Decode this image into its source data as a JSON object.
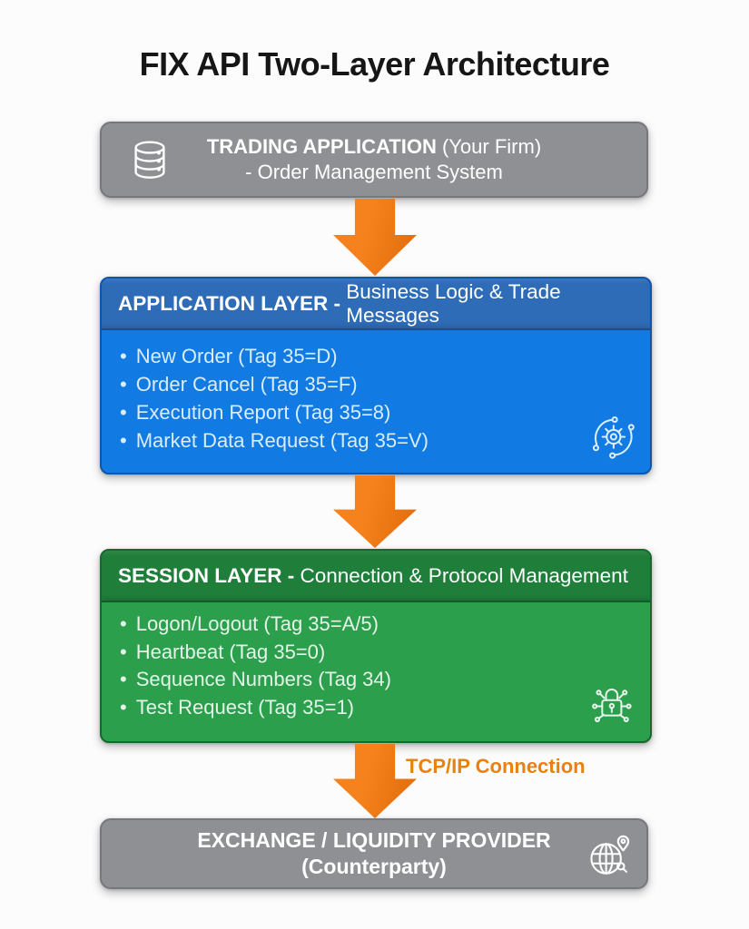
{
  "title": "FIX API Two-Layer Architecture",
  "colors": {
    "background": "#fcfcfc",
    "gray_body": "#8e9094",
    "blue_body": "#117ae3",
    "blue_header": "#2e6cb8",
    "green_body": "#2b9f4c",
    "green_header": "#1f7e3a",
    "arrow_orange": "#f5821c",
    "arrow_orange_dark": "#e06a0a",
    "label_orange": "#e8820c"
  },
  "trading_application": {
    "icon": "database-icon",
    "title_bold": "TRADING APPLICATION",
    "title_rest": " (Your Firm)",
    "subtitle": "- Order Management System"
  },
  "application_layer": {
    "icon": "gear-automation-icon",
    "header_bold": "APPLICATION LAYER - ",
    "header_rest": "Business Logic & Trade Messages",
    "items": [
      "New Order (Tag 35=D)",
      "Order Cancel (Tag 35=F)",
      "Execution Report (Tag 35=8)",
      "Market Data Request (Tag 35=V)"
    ]
  },
  "session_layer": {
    "icon": "lock-circuit-icon",
    "header_bold": "SESSION LAYER - ",
    "header_rest": "Connection & Protocol Management",
    "items": [
      "Logon/Logout (Tag 35=A/5)",
      "Heartbeat (Tag 35=0)",
      "Sequence Numbers (Tag 34)",
      "Test Request (Tag 35=1)"
    ]
  },
  "connection": {
    "label": "TCP/IP Connection"
  },
  "exchange": {
    "icon": "globe-pin-icon",
    "title": "EXCHANGE / LIQUIDITY PROVIDER",
    "subtitle": "(Counterparty)"
  }
}
